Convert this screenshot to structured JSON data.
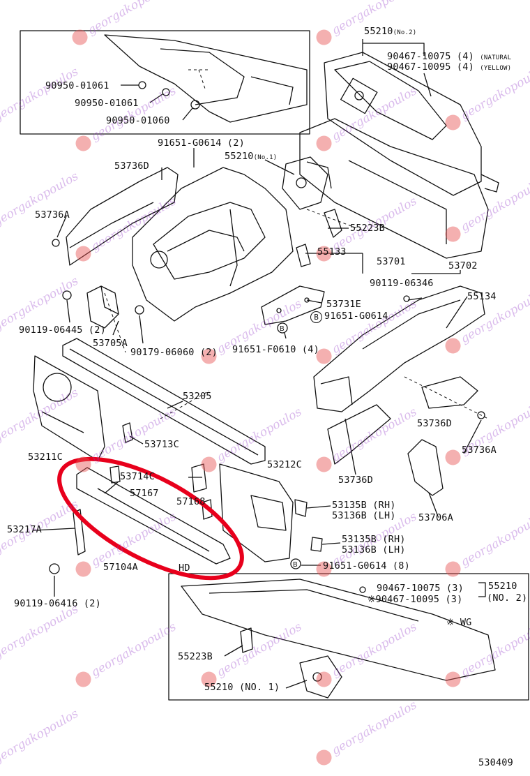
{
  "diagram_id": "530409",
  "highlight_color": "#e8001c",
  "watermark_text": "georgakopoulos",
  "part_labels": {
    "p55210_no2": "55210",
    "p55210_no2_note": "(No.2)",
    "p90467_10075": "90467-10075 (4)",
    "p90467_10075_note": "(NATURAL",
    "p90467_10095": "90467-10095 (4)",
    "p90467_10095_note": "(YELLOW)",
    "p90950_01061_a": "90950-01061",
    "p90950_01061_b": "90950-01061",
    "p90950_01060": "90950-01060",
    "p91651_G0614_2": "91651-G0614 (2)",
    "p55210_no1": "55210",
    "p55210_no1_note": "(No.1)",
    "p53736D_top": "53736D",
    "p53736A_left": "53736A",
    "p55223B_top": "55223B",
    "p55133": "55133",
    "p53701": "53701",
    "p53702": "53702",
    "p90119_06346": "90119-06346",
    "p55134": "55134",
    "p53731E": "53731E",
    "p91651_G0614_b": "91651-G0614",
    "b_marker": "B",
    "p90119_06445": "90119-06445 (2)",
    "p53705A": "53705A",
    "p90179_06060": "90179-06060 (2)",
    "p91651_F0610": "91651-F0610 (4)",
    "p53205": "53205",
    "p53736D_right": "53736D",
    "p53736A_right": "53736A",
    "p53713C": "53713C",
    "p53211C": "53211C",
    "p53714C": "53714C",
    "p53212C": "53212C",
    "p57167": "57167",
    "p57168": "57168",
    "p53736D_mid": "53736D",
    "p53706A": "53706A",
    "p53135B_rh_a": "53135B (RH)",
    "p53136B_lh_a": "53136B (LH)",
    "p53217A": "53217A",
    "p53135B_rh_b": "53135B (RH)",
    "p53136B_lh_b": "53136B (LH)",
    "p91651_G0614_8": "91651-G0614 (8)",
    "p57104A": "57104A",
    "hd_tag": "HD",
    "p90119_06416": "90119-06416 (2)",
    "p90467_10075_3": "90467-10075 (3)",
    "p90467_10095_3": "※90467-10095 (3)",
    "p55210_inset": "55210",
    "p55210_inset_no2": "(NO. 2)",
    "wg_note": "※ WG",
    "p55223B_inset": "55223B",
    "p55210_no1_inset": "55210 (NO. 1)"
  }
}
